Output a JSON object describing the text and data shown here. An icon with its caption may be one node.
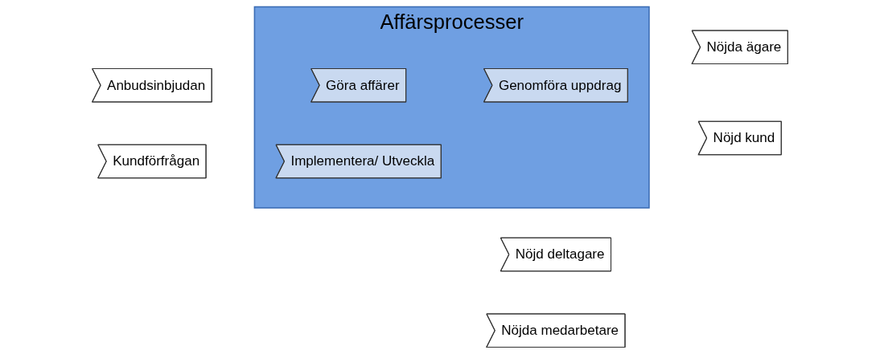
{
  "diagram": {
    "nodes": [
      {
        "text": [
          "Affärsprocesser"
        ]
      },
      {
        "text": [
          "Göra affärer"
        ],
        "in": 0
      },
      {
        "text": [
          "Genomföra uppdrag"
        ],
        "in": 0
      },
      {
        "text": [
          "Implementera/ Utveckla"
        ],
        "in": 0
      },
      {
        "text": [
          "Anbudsinbjudan"
        ]
      },
      {
        "text": [
          "Kundförfrågan"
        ]
      },
      {
        "text": [
          "Nöjda ägare"
        ]
      },
      {
        "text": [
          "Nöjd kund"
        ]
      },
      {
        "text": [
          "Nöjd deltagare"
        ]
      },
      {
        "text": [
          "Nöjda medarbetare"
        ]
      }
    ]
  }
}
